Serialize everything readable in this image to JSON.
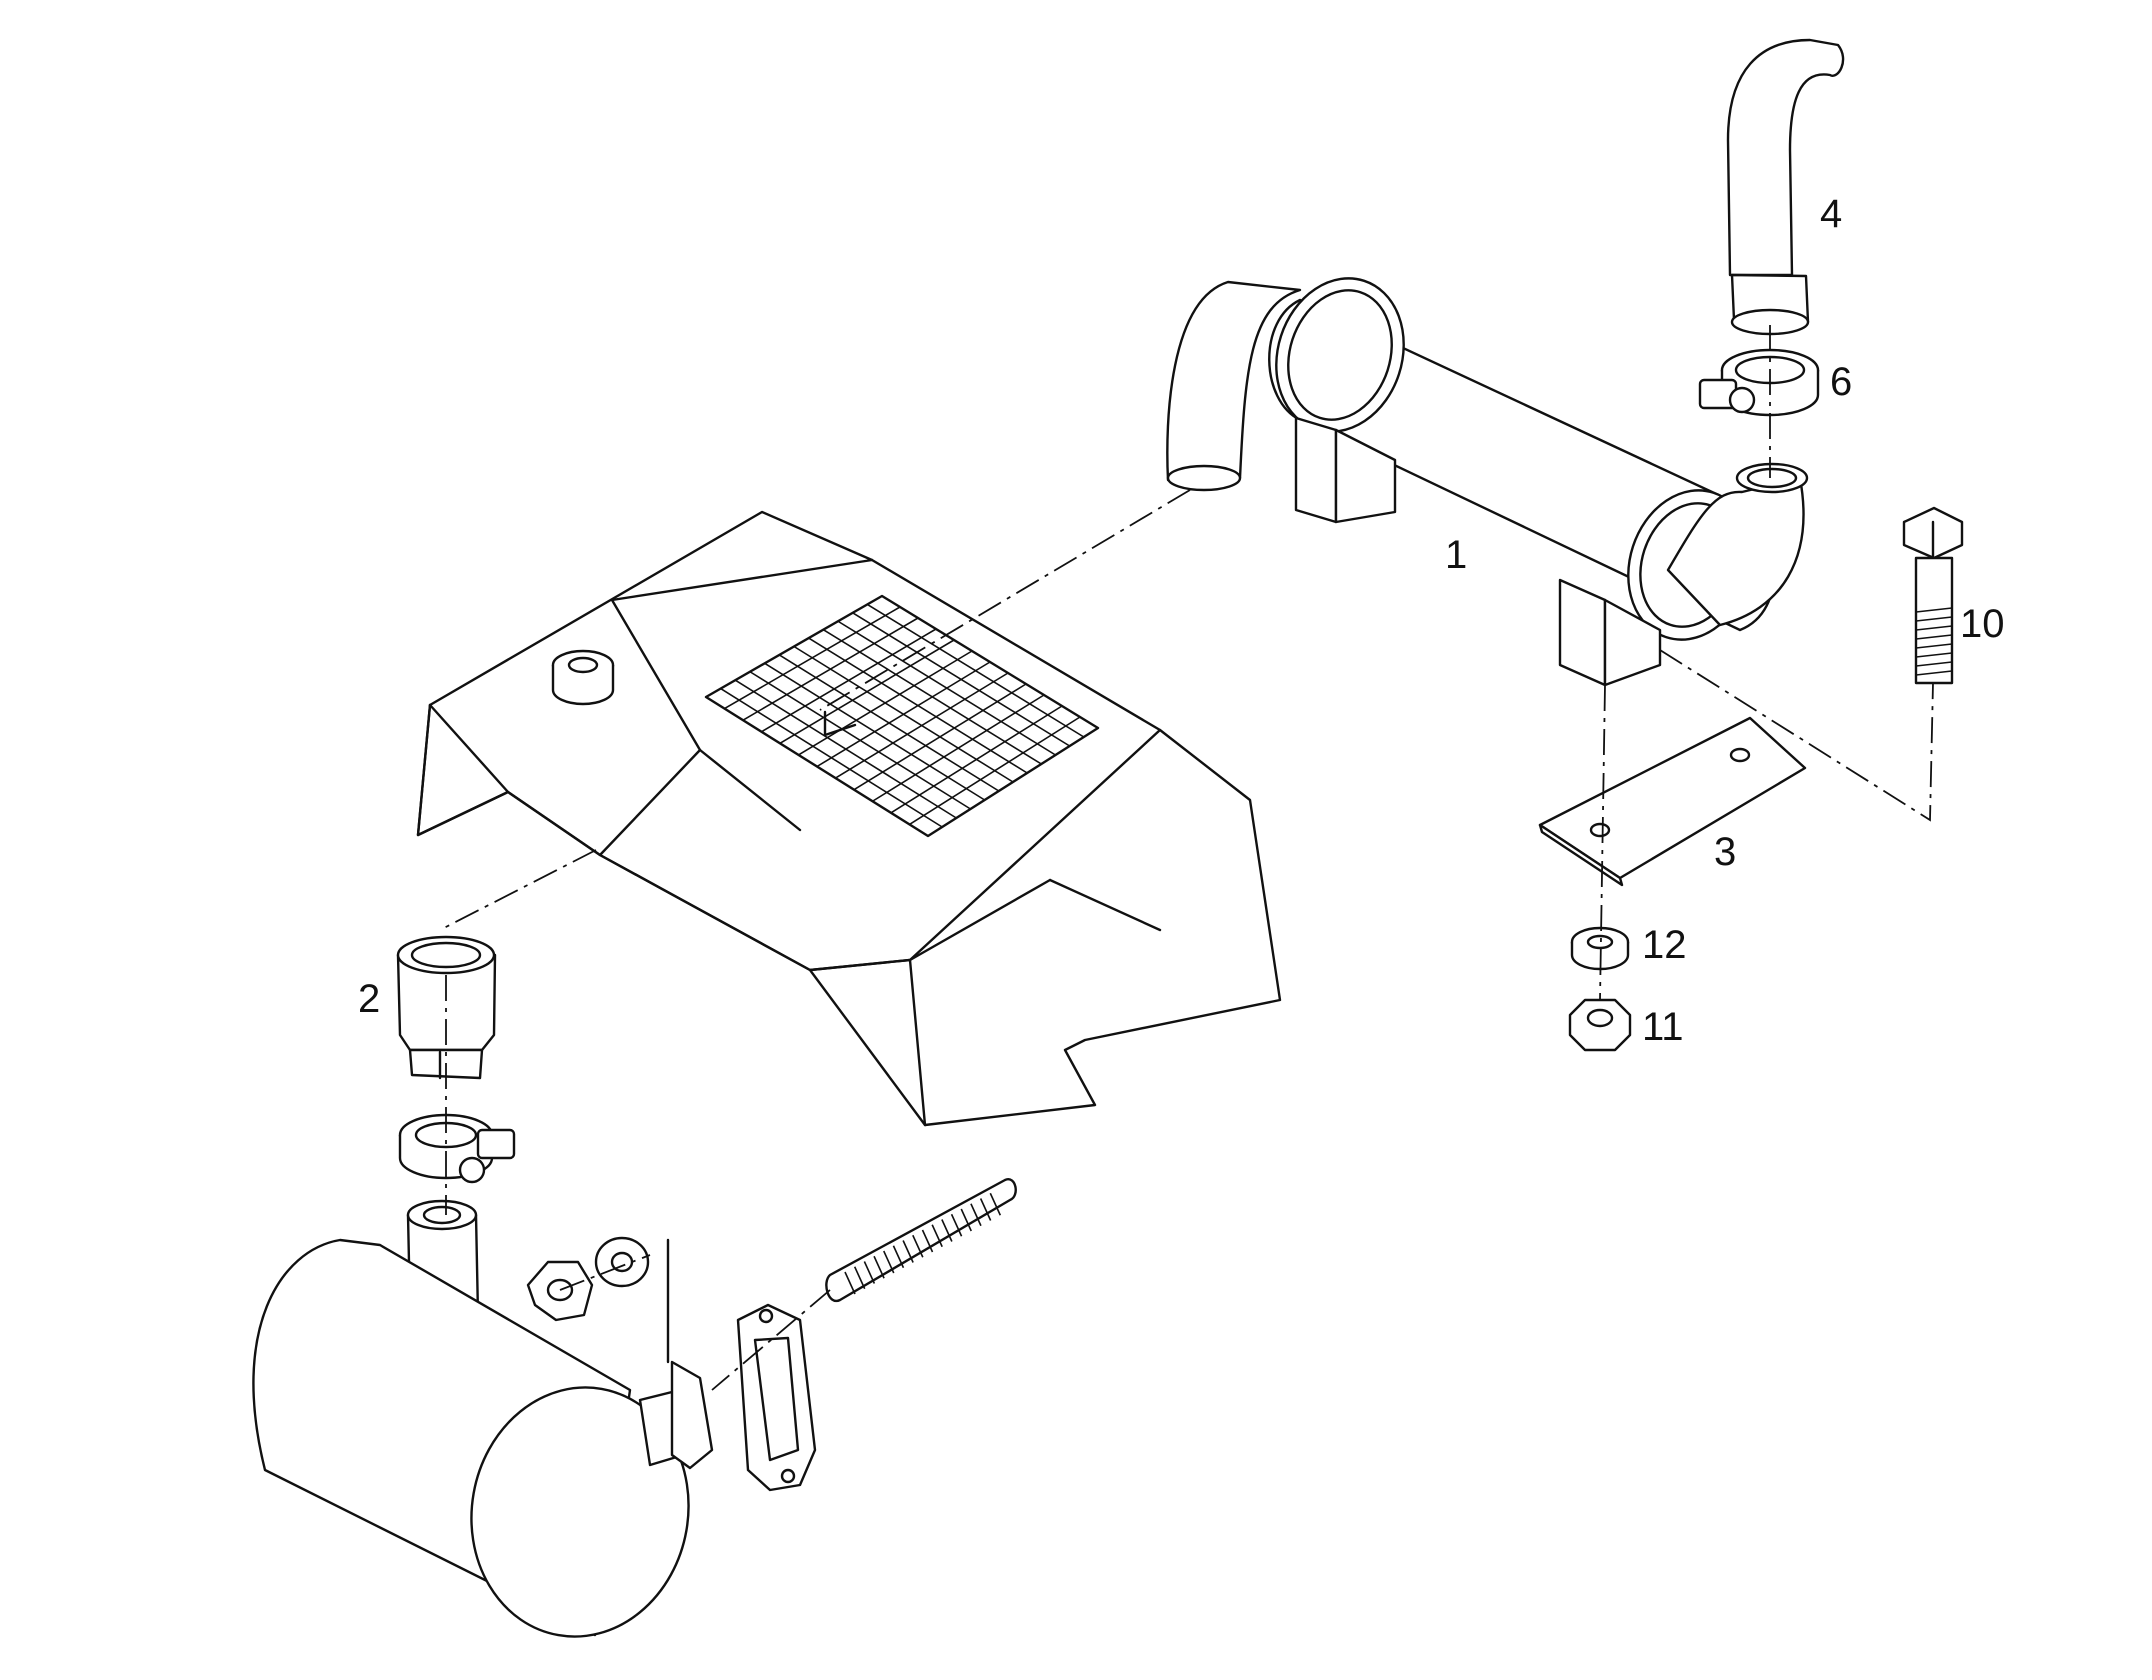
{
  "callouts": {
    "c1": "1",
    "c2": "2",
    "c3": "3",
    "c4": "4",
    "c6": "6",
    "c10": "10",
    "c11": "11",
    "c12": "12"
  },
  "colors": {
    "line": "#111111",
    "background": "#ffffff"
  }
}
